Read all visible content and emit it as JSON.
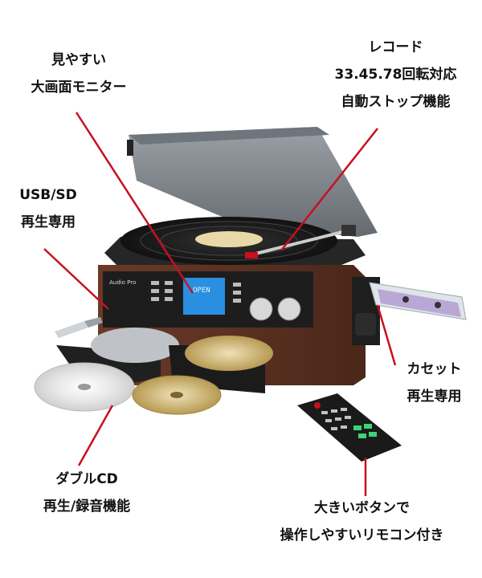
{
  "callouts": {
    "monitor": {
      "line1": "見やすい",
      "line2": "大画面モニター"
    },
    "record": {
      "line1": "レコード",
      "line2": "33.45.78回転対応",
      "line3": "自動ストップ機能"
    },
    "usb_sd": {
      "line1": "USB/SD",
      "line2": "再生専用"
    },
    "cassette": {
      "line1": "カセット",
      "line2": "再生専用"
    },
    "double_cd": {
      "line1": "ダブルCD",
      "line2": "再生/録音機能"
    },
    "remote": {
      "line1": "大きいボタンで",
      "line2": "操作しやすいリモコン付き"
    }
  },
  "device": {
    "brand": "Audio Pro",
    "display_text": "OPEN"
  },
  "colors": {
    "callout_line": "#c8101e",
    "wood": "#5a3122",
    "display": "#2a8fe0"
  }
}
